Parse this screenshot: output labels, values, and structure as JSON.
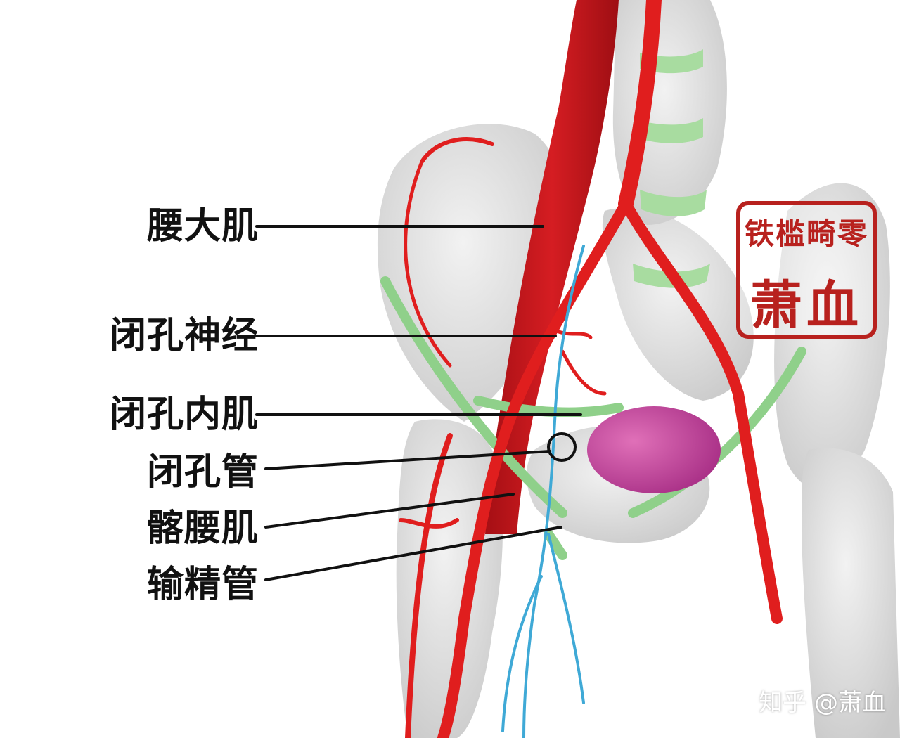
{
  "labels": {
    "psoas_major": "腰大肌",
    "obturator_nerve": "闭孔神经",
    "obturator_internus": "闭孔内肌",
    "obturator_canal": "闭孔管",
    "iliopsoas": "髂腰肌",
    "vas_deferens": "输精管"
  },
  "seal": {
    "line1": "铁槛畸零",
    "line2": "萧血"
  },
  "watermark": "知乎 @萧血",
  "colors": {
    "bone": "#dcdcdc",
    "muscle": "#c8151c",
    "artery": "#e01e1e",
    "nerve": "#3fa9d6",
    "ligament": "#8fd08a",
    "bladder": "#c0409a",
    "seal": "#b8211e"
  }
}
